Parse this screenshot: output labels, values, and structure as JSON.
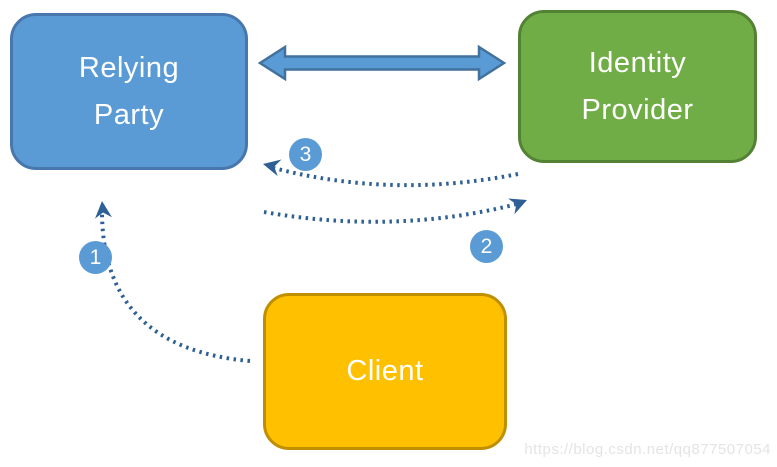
{
  "diagram": {
    "nodes": [
      {
        "id": "relying-party",
        "lines": [
          "Relying",
          "Party"
        ],
        "fill": "#5B9BD5",
        "border": "#4777AC",
        "text_color": "#FFFFFF"
      },
      {
        "id": "identity-provider",
        "lines": [
          "Identity",
          "Provider"
        ],
        "fill": "#70AD47",
        "border": "#548235",
        "text_color": "#FFFFFF"
      },
      {
        "id": "client",
        "lines": [
          "Client"
        ],
        "fill": "#FFC000",
        "border": "#BF8F00",
        "text_color": "#FFFFFF"
      }
    ],
    "bidirectional_arrow": {
      "connects": "relying-party <-> identity-provider",
      "fill": "#5B9BD5",
      "border": "#41719C"
    },
    "dotted_arrows": {
      "color": "#2E6095",
      "badge_fill": "#5B9BD5",
      "badge_text_color": "#FFFFFF",
      "steps": [
        {
          "number": "1",
          "from": "client",
          "to": "relying-party"
        },
        {
          "number": "2",
          "from": "relying-party",
          "to": "identity-provider"
        },
        {
          "number": "3",
          "from": "identity-provider",
          "to": "relying-party"
        }
      ]
    }
  },
  "watermark": {
    "text": "https://blog.csdn.net/qq877507054",
    "color": "#E4E4E4"
  }
}
